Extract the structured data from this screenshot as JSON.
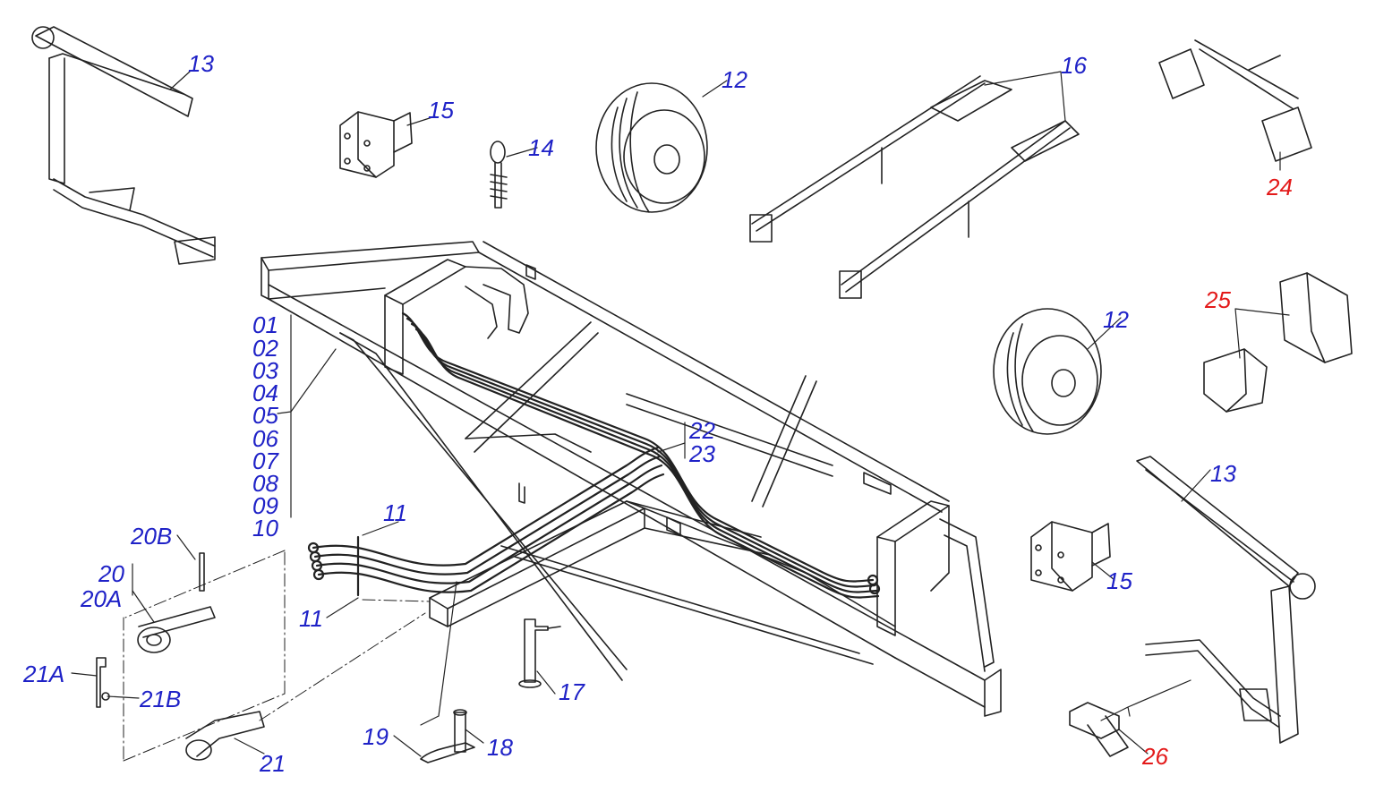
{
  "colors": {
    "label_blue": "#1f22c7",
    "label_red": "#e31a1a",
    "line": "#222222"
  },
  "labels": {
    "l13a": "13",
    "l15a": "15",
    "l14": "14",
    "l12a": "12",
    "l16": "16",
    "l24": "24",
    "l12b": "12",
    "l25": "25",
    "l01": "01",
    "l02": "02",
    "l03": "03",
    "l04": "04",
    "l05": "05",
    "l06": "06",
    "l07": "07",
    "l08": "08",
    "l09": "09",
    "l10": "10",
    "l22": "22",
    "l23": "23",
    "l11a": "11",
    "l11b": "11",
    "l20b": "20B",
    "l20": "20",
    "l20a": "20A",
    "l21a": "21A",
    "l21b": "21B",
    "l21": "21",
    "l17": "17",
    "l19": "19",
    "l18": "18",
    "l13b": "13",
    "l15b": "15",
    "l26": "26"
  }
}
